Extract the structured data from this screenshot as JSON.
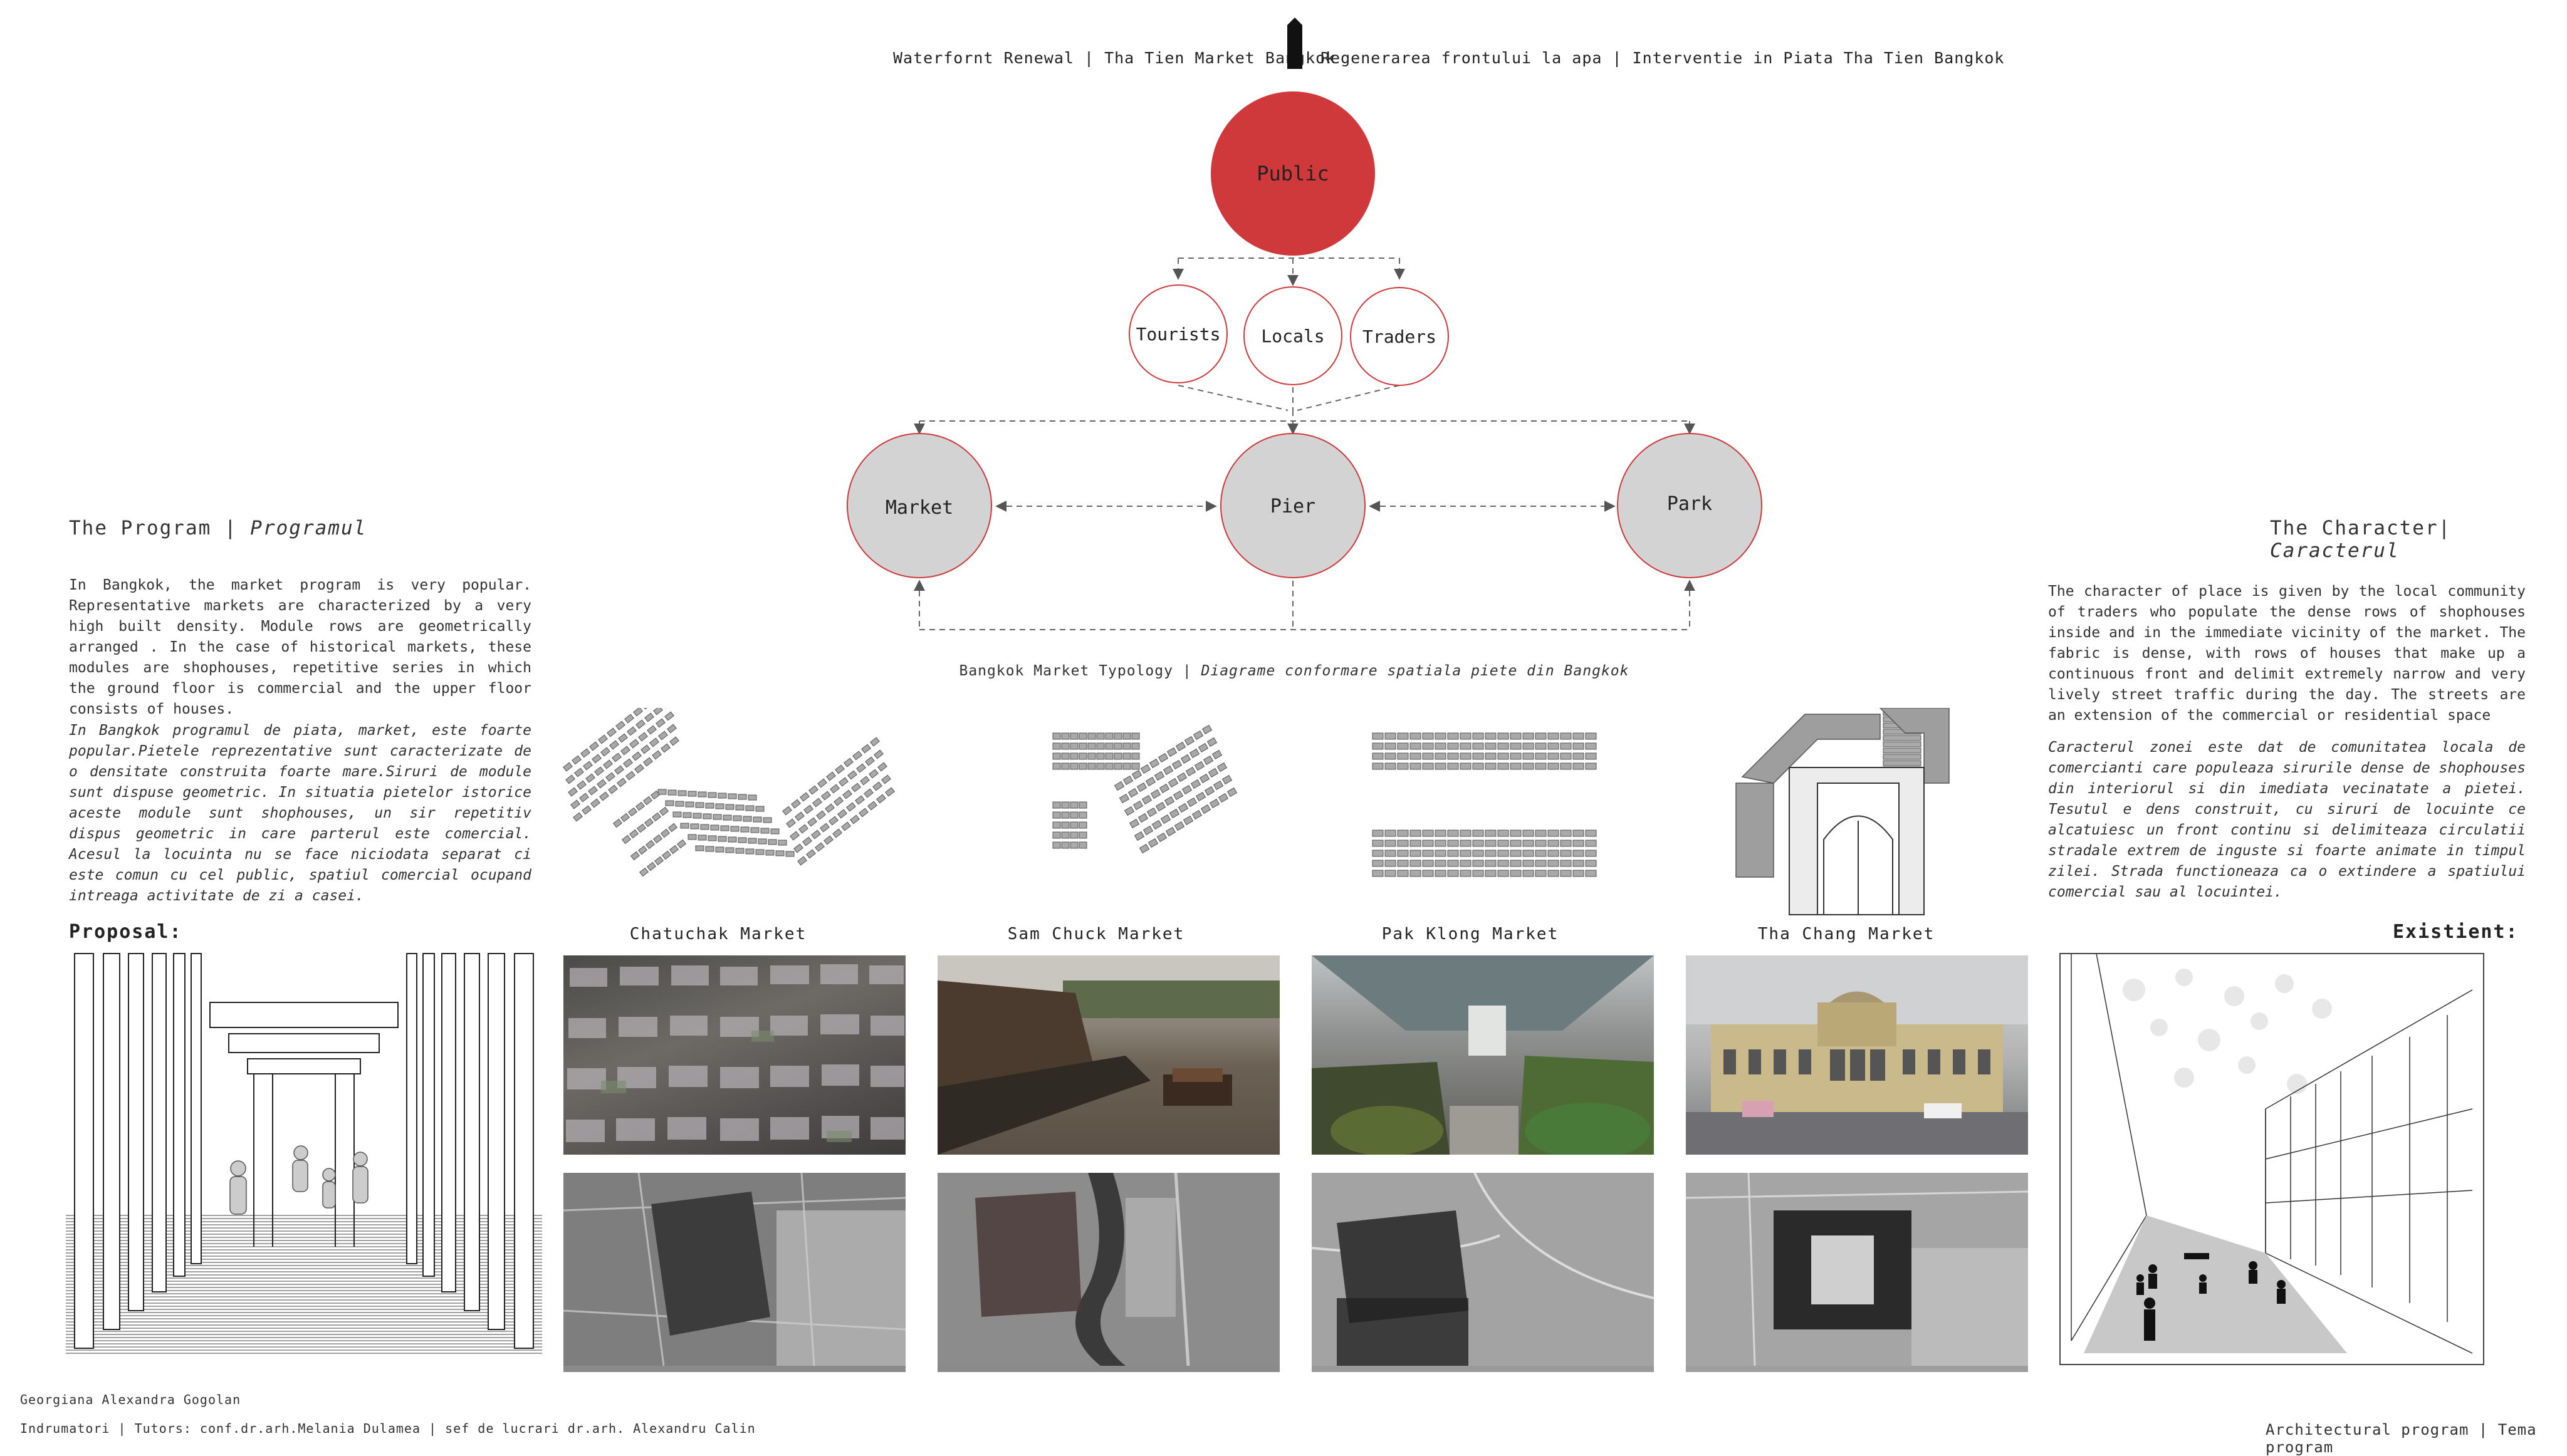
{
  "header": {
    "left": "Waterfornt Renewal | Tha Tien Market Bangkok",
    "right": "Regenerarea frontului la apa | Interventie in Piata Tha Tien Bangkok"
  },
  "diagram": {
    "public": "Public",
    "users": [
      "Tourists",
      "Locals",
      "Traders"
    ],
    "places": [
      "Market",
      "Pier",
      "Park"
    ],
    "accent_color": "#d0393b",
    "place_fill": "#d3d3d4",
    "caption_plain": "Bangkok Market Typology | ",
    "caption_italic": "Diagrame conformare spatiala piete din Bangkok"
  },
  "program": {
    "title_plain": "The Program | ",
    "title_italic": "Programul",
    "en": "In Bangkok, the market program is very popular. Representative markets are characterized by a very high built density. Module rows are geometrically arranged . In the case of historical markets, these modules are shophouses, repetitive series in which the ground floor is commercial and the upper floor consists of houses.",
    "ro": "In Bangkok programul de piata, market, este foarte popular.Pietele reprezentative sunt caracterizate de o densitate construita foarte mare.Siruri de module sunt dispuse geometric. In situatia pietelor istorice aceste module sunt shophouses, un sir repetitiv dispus geometric in care parterul este comercial. Acesul la locuinta nu se face niciodata separat ci este comun cu cel public, spatiul comercial ocupand intreaga activitate de zi a casei."
  },
  "character": {
    "title_plain": "The Character| ",
    "title_italic": "Caracterul",
    "en": "The character of place is given by the local community of traders who populate the dense rows of shophouses inside and in the immediate vicinity of the market. The fabric is dense, with rows of houses that make up a continuous front and delimit extremely narrow and very lively street traffic during the day. The streets are an extension of the commercial or residential space",
    "ro": "Caracterul zonei este dat de comunitatea locala de comercianti care populeaza sirurile dense de shophouses din interiorul si din imediata vecinatate a pietei. Tesutul e dens construit, cu siruri de locuinte ce alcatuiesc un front continu si delimiteaza circulatii stradale extrem de inguste si foarte animate in timpul zilei. Strada functioneaza ca o extindere a spatiului comercial sau al locuintei."
  },
  "markets": [
    "Chatuchak Market",
    "Sam Chuck Market",
    "Pak Klong Market",
    "Tha Chang Market"
  ],
  "proposal_label": "Proposal:",
  "existing_label": "Existient:",
  "footer": {
    "author": "Georgiana Alexandra Gogolan",
    "tutors": "Indrumatori | Tutors: conf.dr.arh.Melania Dulamea | sef de lucrari dr.arh. Alexandru Calin",
    "program": "Architectural program | Tema program"
  }
}
